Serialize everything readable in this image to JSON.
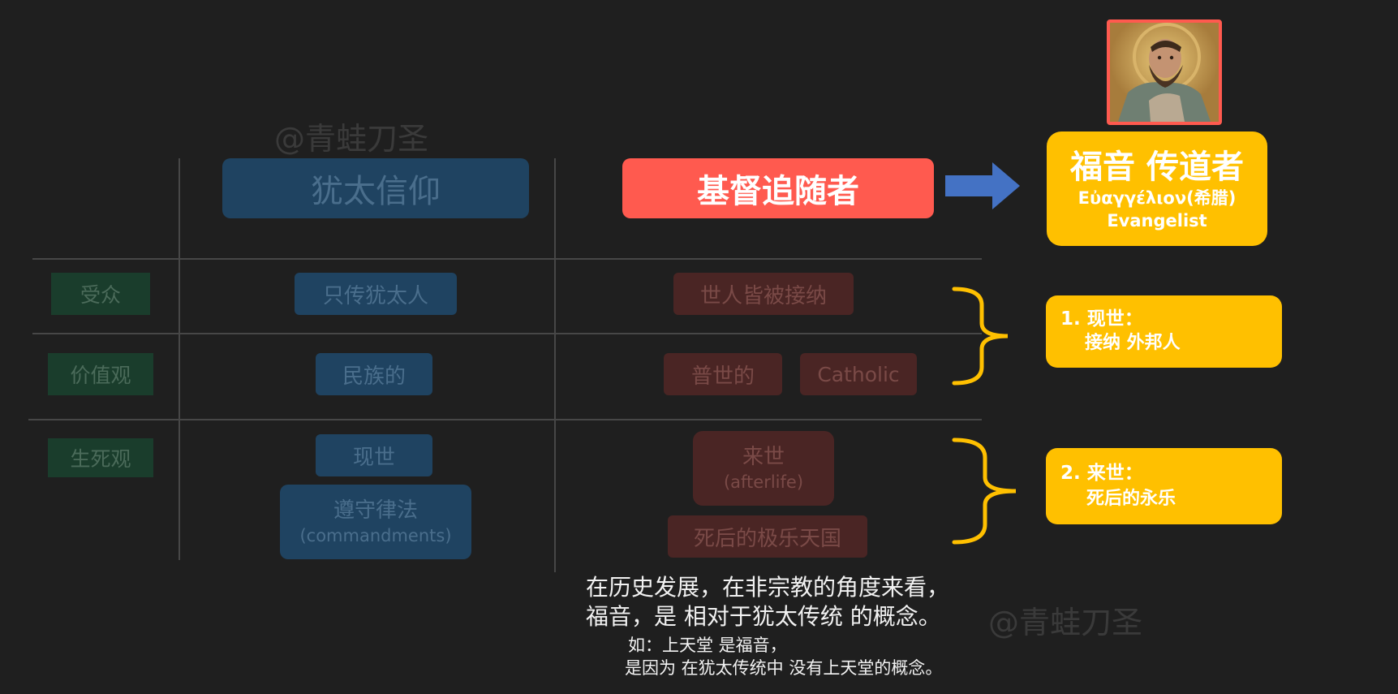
{
  "watermarks": {
    "top": "@青蛙刀圣",
    "bottom": "@青蛙刀圣"
  },
  "headers": {
    "jewish": "犹太信仰",
    "christian": "基督追随者"
  },
  "evangelist": {
    "title": "福音 传道者",
    "greek": "Εὐαγγέλιον(希腊)",
    "english": "Evangelist"
  },
  "rows": {
    "audience": {
      "label": "受众",
      "jewish": "只传犹太人",
      "christian": "世人皆被接纳"
    },
    "values": {
      "label": "价值观",
      "jewish": "民族的",
      "christian": "普世的",
      "christian_en": "Catholic"
    },
    "life_death": {
      "label": "生死观",
      "jewish_1": "现世",
      "jewish_2_cn": "遵守律法",
      "jewish_2_en": "(commandments)",
      "christian_1_cn": "来世",
      "christian_1_en": "(afterlife)",
      "christian_2": "死后的极乐天国"
    }
  },
  "points": {
    "first_title": "1. 现世：",
    "first_body": "接纳 外邦人",
    "second_title": "2. 来世：",
    "second_body": "死后的永乐"
  },
  "captions": {
    "line1": "在历史发展，在非宗教的角度来看，",
    "line2": "福音，是 相对于犹太传统  的概念。",
    "line3": "如：上天堂 是福音，",
    "line4": "是因为 在犹太传统中 没有上天堂的概念。"
  },
  "colors": {
    "background": "#1f1f1f",
    "jewish_blue": "#1f4361",
    "christian_red": "#ff5a4f",
    "evangelist_yellow": "#ffc000",
    "arrow_blue": "#4472c4",
    "portrait_border": "#ff5a4f"
  },
  "icons": {
    "arrow": "arrow-right-icon",
    "brace": "right-curly-brace-icon",
    "portrait": "saint-portrait-icon"
  }
}
